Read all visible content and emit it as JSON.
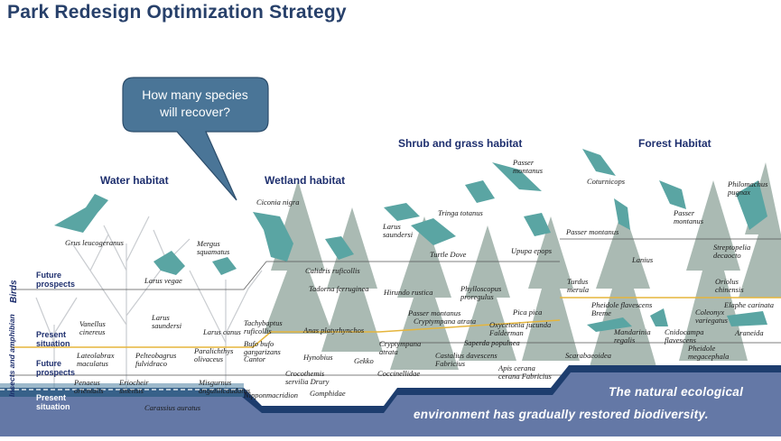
{
  "title": "Park Redesign Optimization Strategy",
  "callout": {
    "line1": "How many species",
    "line2": "will recover?"
  },
  "habitats": {
    "water": "Water habitat",
    "wetland": "Wetland habitat",
    "shrub": "Shrub and grass habitat",
    "forest": "Forest Habitat"
  },
  "group_labels": {
    "birds": "Birds",
    "insects": "Insects and amphibian"
  },
  "row_labels": {
    "birds_future_1": "Future",
    "birds_future_2": "prospects",
    "birds_present_1": "Present",
    "birds_present_2": "situation",
    "insects_future_1": "Future",
    "insects_future_2": "prospects",
    "insects_present_1": "Present",
    "insects_present_2": "situation"
  },
  "species": {
    "grus": "Grus leucogeranus",
    "mergus": "Mergus squamatus",
    "larus_vegae": "Larus vegae",
    "vanellus": "Vanellus cinereus",
    "larus_saundersi_w": "Larus saundersi",
    "larus_canus": "Larus canus",
    "lateolabrax": "Lateolabrax maculatus",
    "pelteobagrus": "Pelteobagrus fulvidraco",
    "paralichthys": "Paralichthys olivaceus",
    "penaeus": "Penaeus orientalis",
    "eriocheir": "Eriocheir sinensis",
    "misgurnus": "Misgurnus anguillicaudatus",
    "carassius": "Carassius auratus",
    "ciconia": "Ciconia nigra",
    "calidris": "Calidris ruficollis",
    "tadorna": "Tadorna ferruginea",
    "tachybaptus": "Tachybaptus ruficollis",
    "anas": "Anas platyrhynchos",
    "bufo": "Bufo bufo gargarizans Cantor",
    "hynobius": "Hynobius",
    "gekko": "Gekko",
    "crocothemis": "Crocothemis servilia Drury",
    "nipponmacridion": "Nipponmacridion",
    "gomphidae": "Gomphidae",
    "larus_saundersi_s": "Larus saundersi",
    "tringa": "Tringa totanus",
    "passer_s": "Passer montanus",
    "turtle_dove": "Turtle Dove",
    "upupa": "Upupa epops",
    "hirundo": "Hirundo rustica",
    "phylloscopus": "Phylloscopus proregulus",
    "pica": "Pica pica",
    "passer_m": "Passer montanus",
    "cryptympana_a": "Cryptympana atrata",
    "oxycetonia": "Oxycetonia jucunda Falderman",
    "cryptympana_b": "Cryptympana atrata",
    "saperda": "Saperda populnea",
    "castalius": "Castalius davescens Fabricius",
    "apis": "Apis cerana cerana Fabricius",
    "coccinella": "Coccinellidae",
    "coturnicops": "Coturnicops",
    "passer_f": "Passer montanus",
    "philomachus": "Philomachus pugnax",
    "passer_f2": "Passer montanus",
    "streptopelia": "Streptopelia decaocto",
    "lanius": "Lanius",
    "turdus": "Turdus merula",
    "oriolus": "Oriolus chinensis",
    "pheidole_fl": "Pheidole flavescens Breme",
    "elaphe": "Elaphe carinata",
    "coleomys": "Coleonyx variegatus",
    "mandarinia": "Mandarinia regalis",
    "cnidocampa": "Cnidocampa flavescens",
    "araneida": "Araneida",
    "scarabaeoidea": "Scarabaeoidea",
    "pheidole_m": "Pheidole megacephala"
  },
  "footer": {
    "line1": "The natural ecological",
    "line2": "environment has gradually restored biodiversity."
  },
  "colors": {
    "title": "#27406a",
    "bubble": "#4a7597",
    "habitat_label": "#1e2f6e",
    "animal": "#5aa5a3",
    "band": "#6478a6",
    "band_dark": "#1d3d6e",
    "present_line": "#e5b53c"
  }
}
